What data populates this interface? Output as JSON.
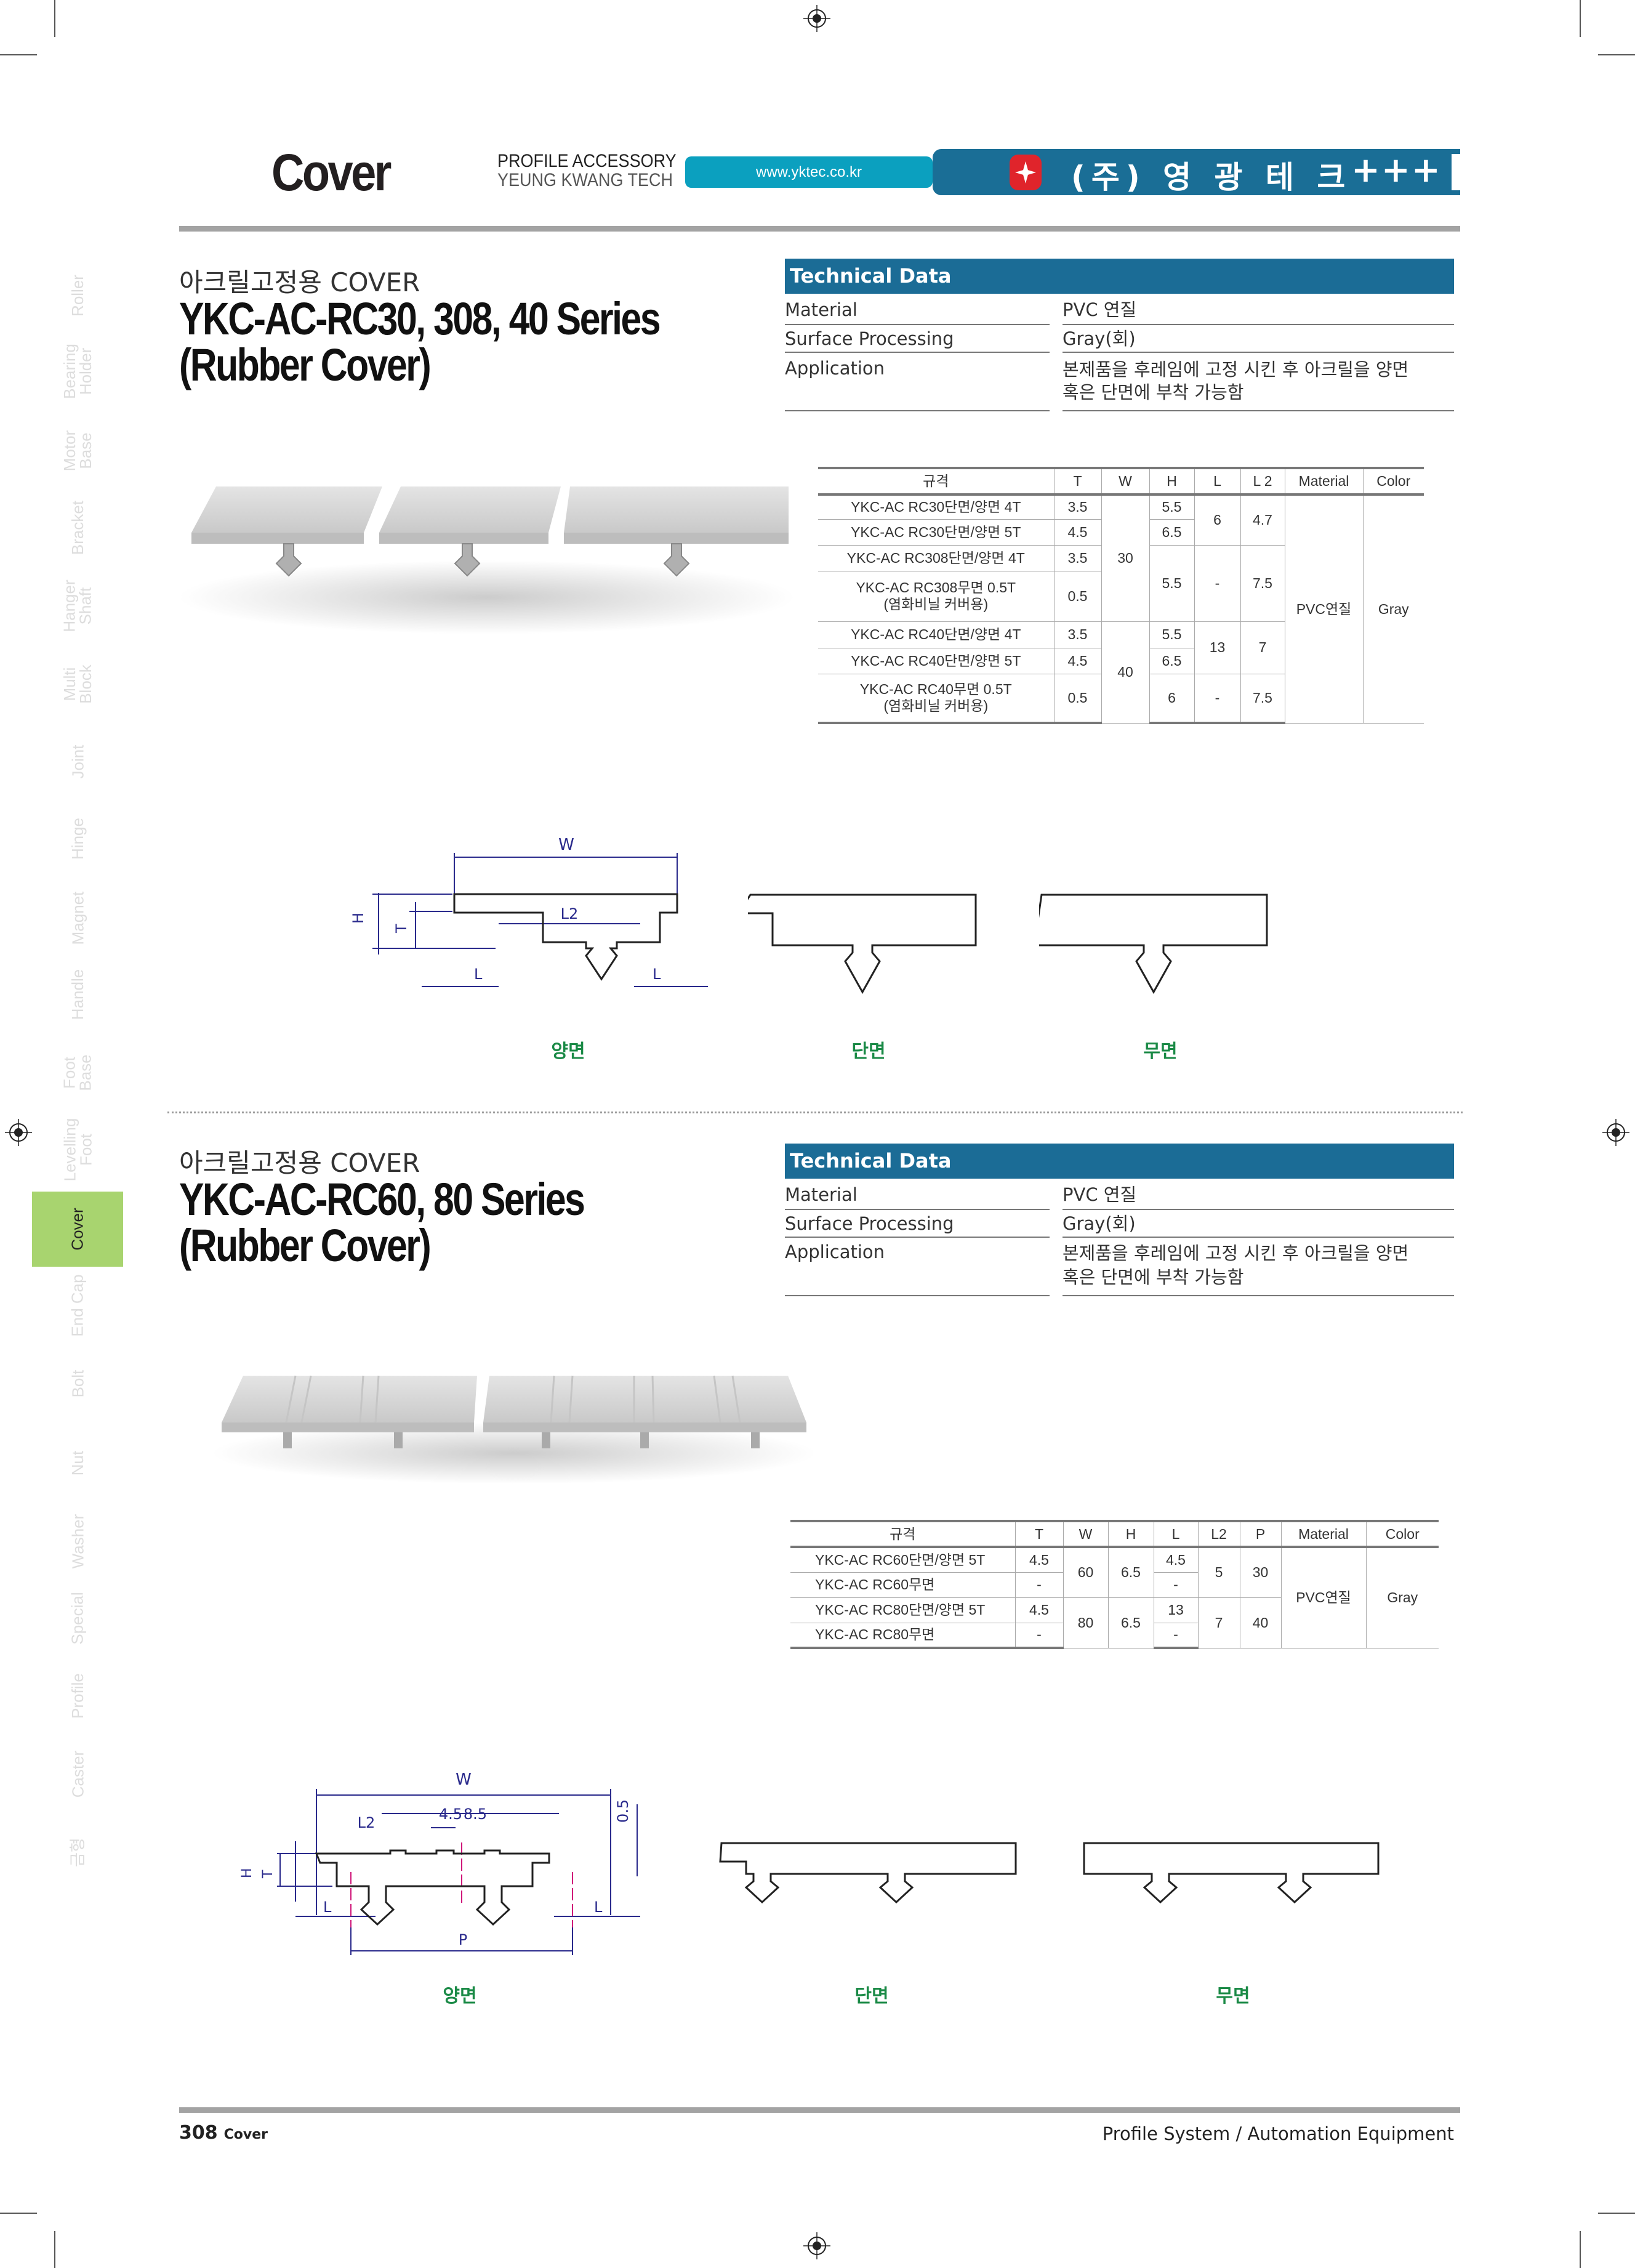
{
  "header": {
    "category": "Cover",
    "line1": "PROFILE ACCESSORY",
    "line2": "YEUNG KWANG TECH",
    "url": "www.yktec.co.kr",
    "company": "(주) 영 광 테 크",
    "decor": "+++"
  },
  "sidebar": {
    "items": [
      "Roller",
      "Bearing\nHolder",
      "Motor\nBase",
      "Bracket",
      "Hanger\nShaft",
      "Multi\nBlock",
      "Joint",
      "Hinge",
      "Magnet",
      "Handle",
      "Foot\nBase",
      "Levelling\nFoot",
      "Cover",
      "End Cap",
      "Bolt",
      "Nut",
      "Washer",
      "Special",
      "Profile",
      "Caster",
      "금형"
    ],
    "active": "Cover",
    "active_color": "#a8d46f"
  },
  "section1": {
    "subtitle": "아크릴고정용 COVER",
    "title1": "YKC-AC-RC30, 308, 40 Series",
    "title2": "(Rubber Cover)",
    "tech": {
      "heading": "Technical Data",
      "material_label": "Material",
      "material": "PVC 연질",
      "surface_label": "Surface Processing",
      "surface": "Gray(회)",
      "application_label": "Application",
      "application1": "본제품을 후레임에 고정 시킨 후 아크릴을 양면",
      "application2": "혹은 단면에 부착 가능함"
    },
    "table": {
      "headers": [
        "규격",
        "T",
        "W",
        "H",
        "L",
        "L 2",
        "Material",
        "Color"
      ],
      "specs": [
        "YKC-AC RC30단면/양면 4T",
        "YKC-AC RC30단면/양면 5T",
        "YKC-AC RC308단면/양면 4T",
        "YKC-AC RC308무면 0.5T\n(염화비닐 커버용)",
        "YKC-AC RC40단면/양면 4T",
        "YKC-AC RC40단면/양면 5T",
        "YKC-AC RC40무면 0.5T\n(염화비닐 커버용)"
      ],
      "T": [
        "3.5",
        "4.5",
        "3.5",
        "0.5",
        "3.5",
        "4.5",
        "0.5"
      ],
      "W": [
        "30",
        "40"
      ],
      "H": [
        "5.5",
        "6.5",
        "5.5",
        "5.5",
        "6.5",
        "6"
      ],
      "L": [
        "6",
        "-",
        "13",
        "-"
      ],
      "L2": [
        "4.7",
        "7.5",
        "7",
        "7.5"
      ],
      "material": "PVC연질",
      "color": "Gray"
    },
    "diagram": {
      "W": "W",
      "H": "H",
      "T": "T",
      "L": "L",
      "L2": "L2",
      "labels": [
        "양면",
        "단면",
        "무면"
      ]
    }
  },
  "section2": {
    "subtitle": "아크릴고정용 COVER",
    "title1": "YKC-AC-RC60, 80 Series",
    "title2": "(Rubber Cover)",
    "tech": {
      "heading": "Technical Data",
      "material_label": "Material",
      "material": "PVC 연질",
      "surface_label": "Surface Processing",
      "surface": "Gray(회)",
      "application_label": "Application",
      "application1": "본제품을 후레임에 고정 시킨 후 아크릴을 양면",
      "application2": "혹은 단면에 부착 가능함"
    },
    "table": {
      "headers": [
        "규격",
        "T",
        "W",
        "H",
        "L",
        "L2",
        "P",
        "Material",
        "Color"
      ],
      "specs": [
        "YKC-AC RC60단면/양면 5T",
        "YKC-AC RC60무면",
        "YKC-AC RC80단면/양면 5T",
        "YKC-AC RC80무면"
      ],
      "T": [
        "4.5",
        "-",
        "4.5",
        "-"
      ],
      "W": [
        "60",
        "80"
      ],
      "H": [
        "6.5",
        "6.5"
      ],
      "L": [
        "4.5",
        "-",
        "13",
        "-"
      ],
      "L2": [
        "5",
        "7"
      ],
      "P": [
        "30",
        "40"
      ],
      "material": "PVC연질",
      "color": "Gray"
    },
    "diagram": {
      "W": "W",
      "H": "H",
      "T": "T",
      "L": "L",
      "L2": "L2",
      "P": "P",
      "d1": "4.5",
      "d2": "8.5",
      "d3": "0.5",
      "labels": [
        "양면",
        "단면",
        "무면"
      ]
    }
  },
  "footer": {
    "page": "308",
    "section": "Cover",
    "right": "Profile System / Automation Equipment"
  }
}
